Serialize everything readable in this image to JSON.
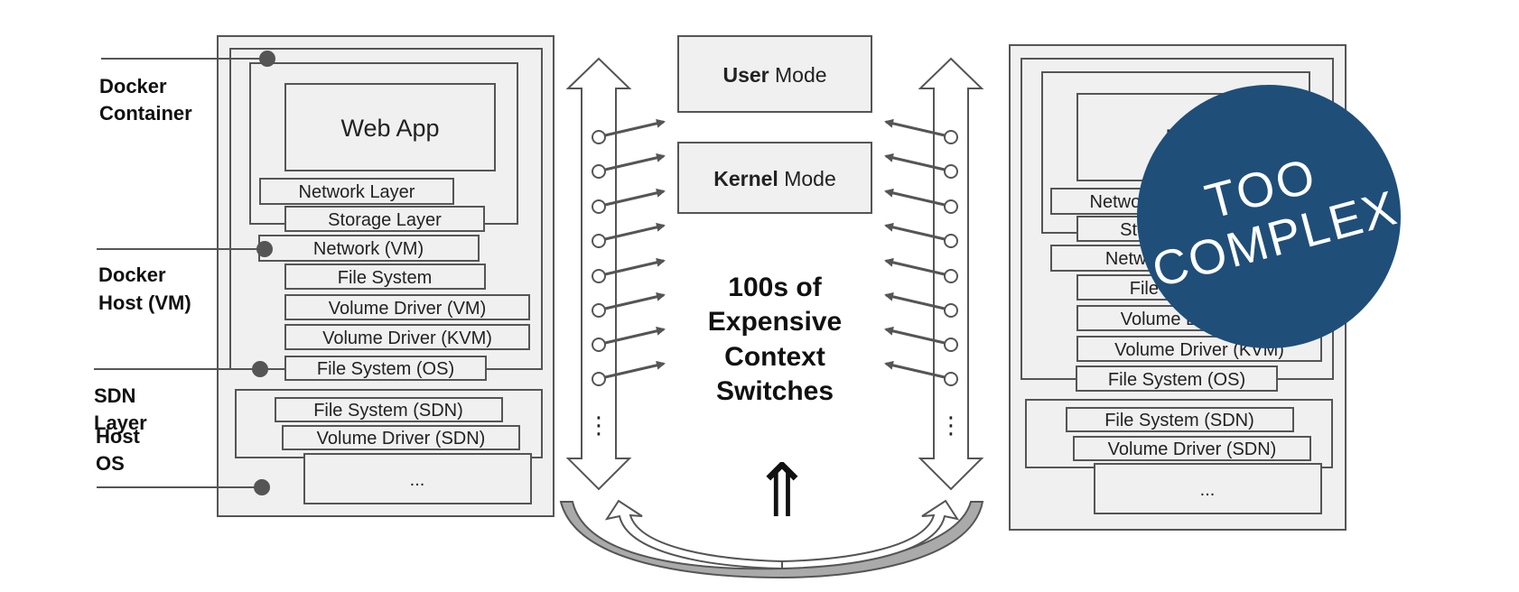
{
  "colors": {
    "panel_fill": "#f0f0f0",
    "stroke": "#555555",
    "text": "#222222",
    "stamp_fill": "#1f4e79",
    "stamp_text": "#ffffff"
  },
  "side_labels": {
    "docker_container": [
      "Docker",
      "Container"
    ],
    "docker_host": [
      "Docker",
      "Host (VM)"
    ],
    "sdn_layer": [
      "SDN",
      "Layer"
    ],
    "host_os": [
      "Host",
      "OS"
    ]
  },
  "left_stack": {
    "app": "Web App",
    "network_layer": "Network Layer",
    "storage_layer": "Storage Layer",
    "network_vm": "Network (VM)",
    "file_system": "File System",
    "volume_driver_vm": "Volume Driver (VM)",
    "volume_driver_kvm": "Volume Driver (KVM)",
    "file_system_os": "File System (OS)",
    "file_system_sdn": "File System (SDN)",
    "volume_driver_sdn": "Volume Driver (SDN)",
    "ellipsis": "..."
  },
  "right_stack": {
    "app": "DB",
    "network_layer": "Network Layer",
    "storage_layer": "Storage Layer",
    "network_vm": "Network (VM)",
    "file_system": "File System",
    "volume_driver_vm": "Volume Driver (VM)",
    "volume_driver_kvm": "Volume Driver (KVM)",
    "file_system_os": "File System (OS)",
    "file_system_sdn": "File System (SDN)",
    "volume_driver_sdn": "Volume Driver (SDN)",
    "ellipsis": "..."
  },
  "modes": {
    "user_bold": "User",
    "user_rest": " Mode",
    "kernel_bold": "Kernel",
    "kernel_rest": " Mode"
  },
  "switches_text": [
    "100s of",
    "Expensive",
    "Context",
    "Switches"
  ],
  "up_arrow_glyph": "⇑",
  "vertical_ellipsis": "⋮",
  "stamp": {
    "line1": "TOO",
    "line2": "COMPLEX"
  }
}
